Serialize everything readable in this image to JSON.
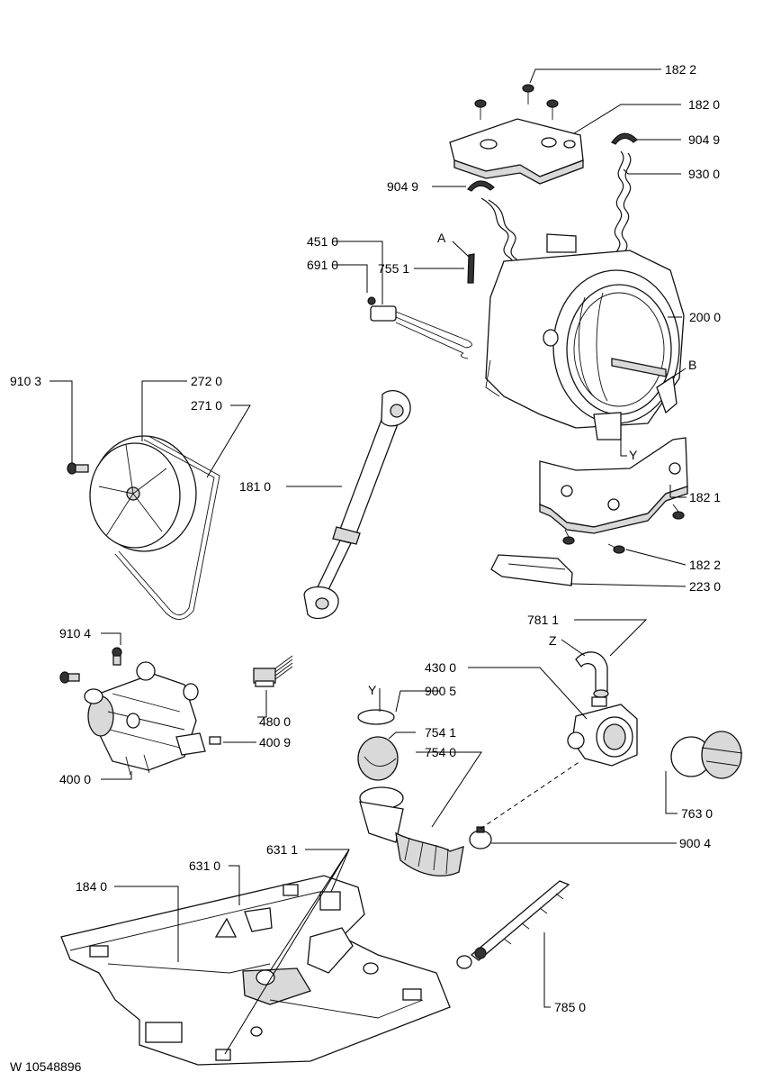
{
  "labels": {
    "p182_2_top": "182 2",
    "p182_0": "182 0",
    "p904_9_right": "904 9",
    "p930_0": "930 0",
    "p904_9_left": "904 9",
    "p451_0": "451 0",
    "p691_0": "691 0",
    "p755_1": "755 1",
    "letter_a": "A",
    "p200_0": "200 0",
    "letter_b": "B",
    "p910_3": "910 3",
    "p272_0": "272 0",
    "p271_0": "271 0",
    "p181_0": "181 0",
    "letter_y_tub": "Y",
    "p182_1": "182 1",
    "p182_2_bottom": "182 2",
    "p223_0": "223 0",
    "p781_1": "781 1",
    "letter_z": "Z",
    "p430_0": "430 0",
    "p910_4": "910 4",
    "letter_y_ring": "Y",
    "p900_5": "900 5",
    "p754_1": "754 1",
    "p754_0": "754 0",
    "p480_0": "480 0",
    "p400_9": "400 9",
    "p400_0": "400 0",
    "p763_0": "763 0",
    "p900_4": "900 4",
    "p631_0": "631 0",
    "p631_1": "631 1",
    "p184_0": "184 0",
    "p785_0": "785 0",
    "doc_code": "W 10548896"
  }
}
